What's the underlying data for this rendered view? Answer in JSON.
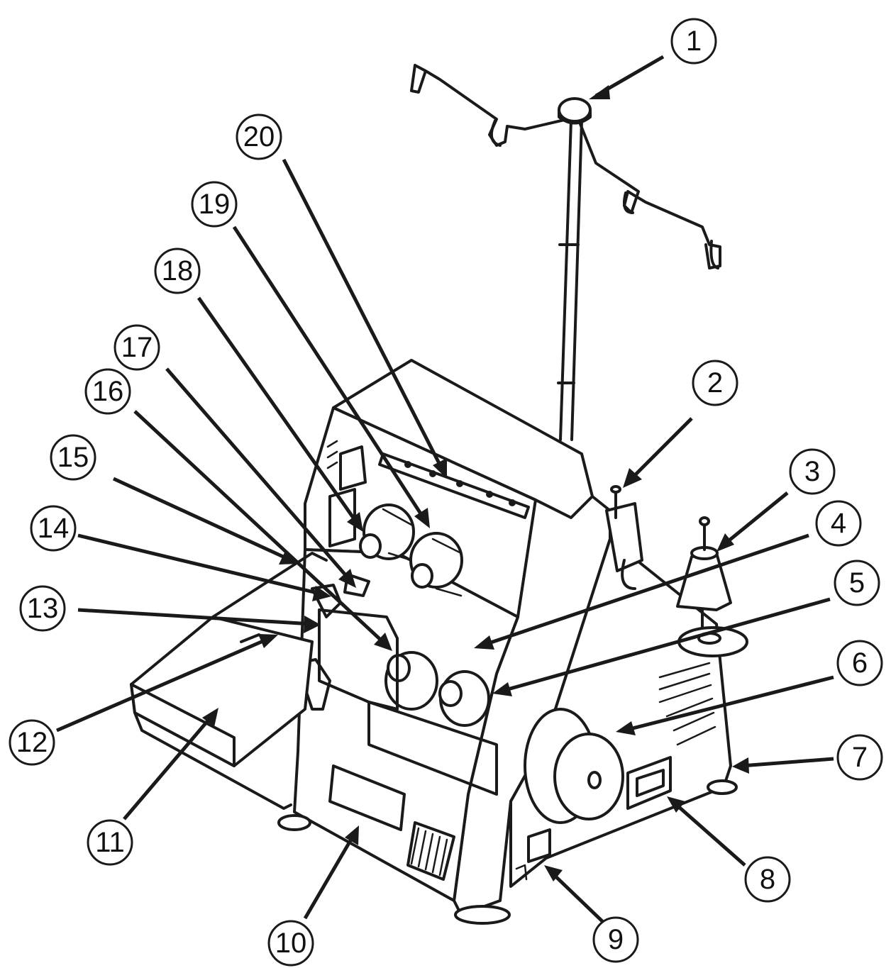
{
  "colors": {
    "ink": "#1a1a1a",
    "background": "#ffffff"
  },
  "callouts": [
    {
      "id": "1",
      "label": "1"
    },
    {
      "id": "2",
      "label": "2"
    },
    {
      "id": "3",
      "label": "3"
    },
    {
      "id": "4",
      "label": "4"
    },
    {
      "id": "5",
      "label": "5"
    },
    {
      "id": "6",
      "label": "6"
    },
    {
      "id": "7",
      "label": "7"
    },
    {
      "id": "8",
      "label": "8"
    },
    {
      "id": "9",
      "label": "9"
    },
    {
      "id": "10",
      "label": "10"
    },
    {
      "id": "11",
      "label": "11"
    },
    {
      "id": "12",
      "label": "12"
    },
    {
      "id": "13",
      "label": "13"
    },
    {
      "id": "14",
      "label": "14"
    },
    {
      "id": "15",
      "label": "15"
    },
    {
      "id": "16",
      "label": "16"
    },
    {
      "id": "17",
      "label": "17"
    },
    {
      "id": "18",
      "label": "18"
    },
    {
      "id": "19",
      "label": "19"
    },
    {
      "id": "20",
      "label": "20"
    }
  ]
}
